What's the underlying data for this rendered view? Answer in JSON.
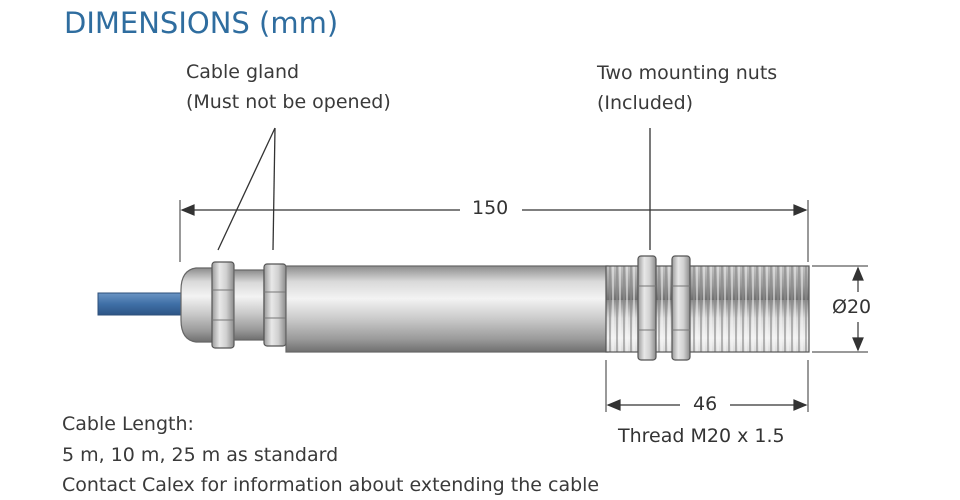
{
  "title": "DIMENSIONS (mm)",
  "callouts": {
    "cable_gland": "Cable gland",
    "cable_gland_note": "(Must not be opened)",
    "mounting_nuts": "Two mounting nuts",
    "mounting_nuts_note": "(Included)"
  },
  "dimensions": {
    "overall_length": "150",
    "diameter": "Ø20",
    "thread_length": "46",
    "thread_spec": "Thread M20 x 1.5"
  },
  "cable_info": {
    "heading": "Cable Length:",
    "standard": "5 m, 10 m, 25 m as standard",
    "contact": "Contact Calex for information about extending the cable"
  },
  "colors": {
    "title": "#2f6d9f",
    "cable": "#4a7ab0",
    "metal_light": "#ececec",
    "metal_mid": "#b8b8b8",
    "metal_dark": "#7a7a7a",
    "line": "#333333"
  }
}
